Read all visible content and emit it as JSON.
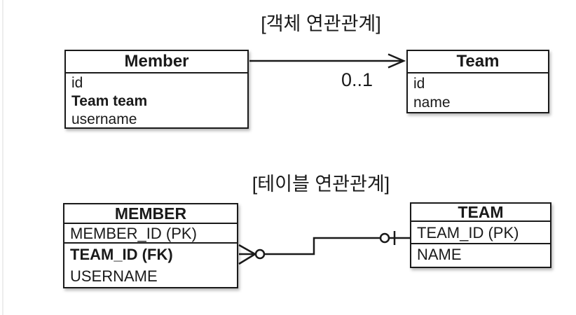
{
  "colors": {
    "ink": "#1a1a1a",
    "background": "#ffffff",
    "left_edge_line": "#ededed"
  },
  "object_diagram": {
    "title": "[객체 연관관계]",
    "multiplicity": "0..1",
    "member_class": {
      "title": "Member",
      "fields": [
        {
          "label": "id"
        },
        {
          "label": "Team team"
        },
        {
          "label": "username"
        }
      ]
    },
    "team_class": {
      "title": "Team",
      "fields": [
        {
          "label": "id"
        },
        {
          "label": "name"
        }
      ]
    }
  },
  "table_diagram": {
    "title": "[테이블 연관관계]",
    "member_table": {
      "title": "MEMBER",
      "pk_row": "MEMBER_ID (PK)",
      "rows": [
        {
          "label": "TEAM_ID (FK)"
        },
        {
          "label": "USERNAME"
        }
      ]
    },
    "team_table": {
      "title": "TEAM",
      "pk_row": "TEAM_ID (PK)",
      "rows": [
        {
          "label": "NAME"
        }
      ]
    }
  }
}
